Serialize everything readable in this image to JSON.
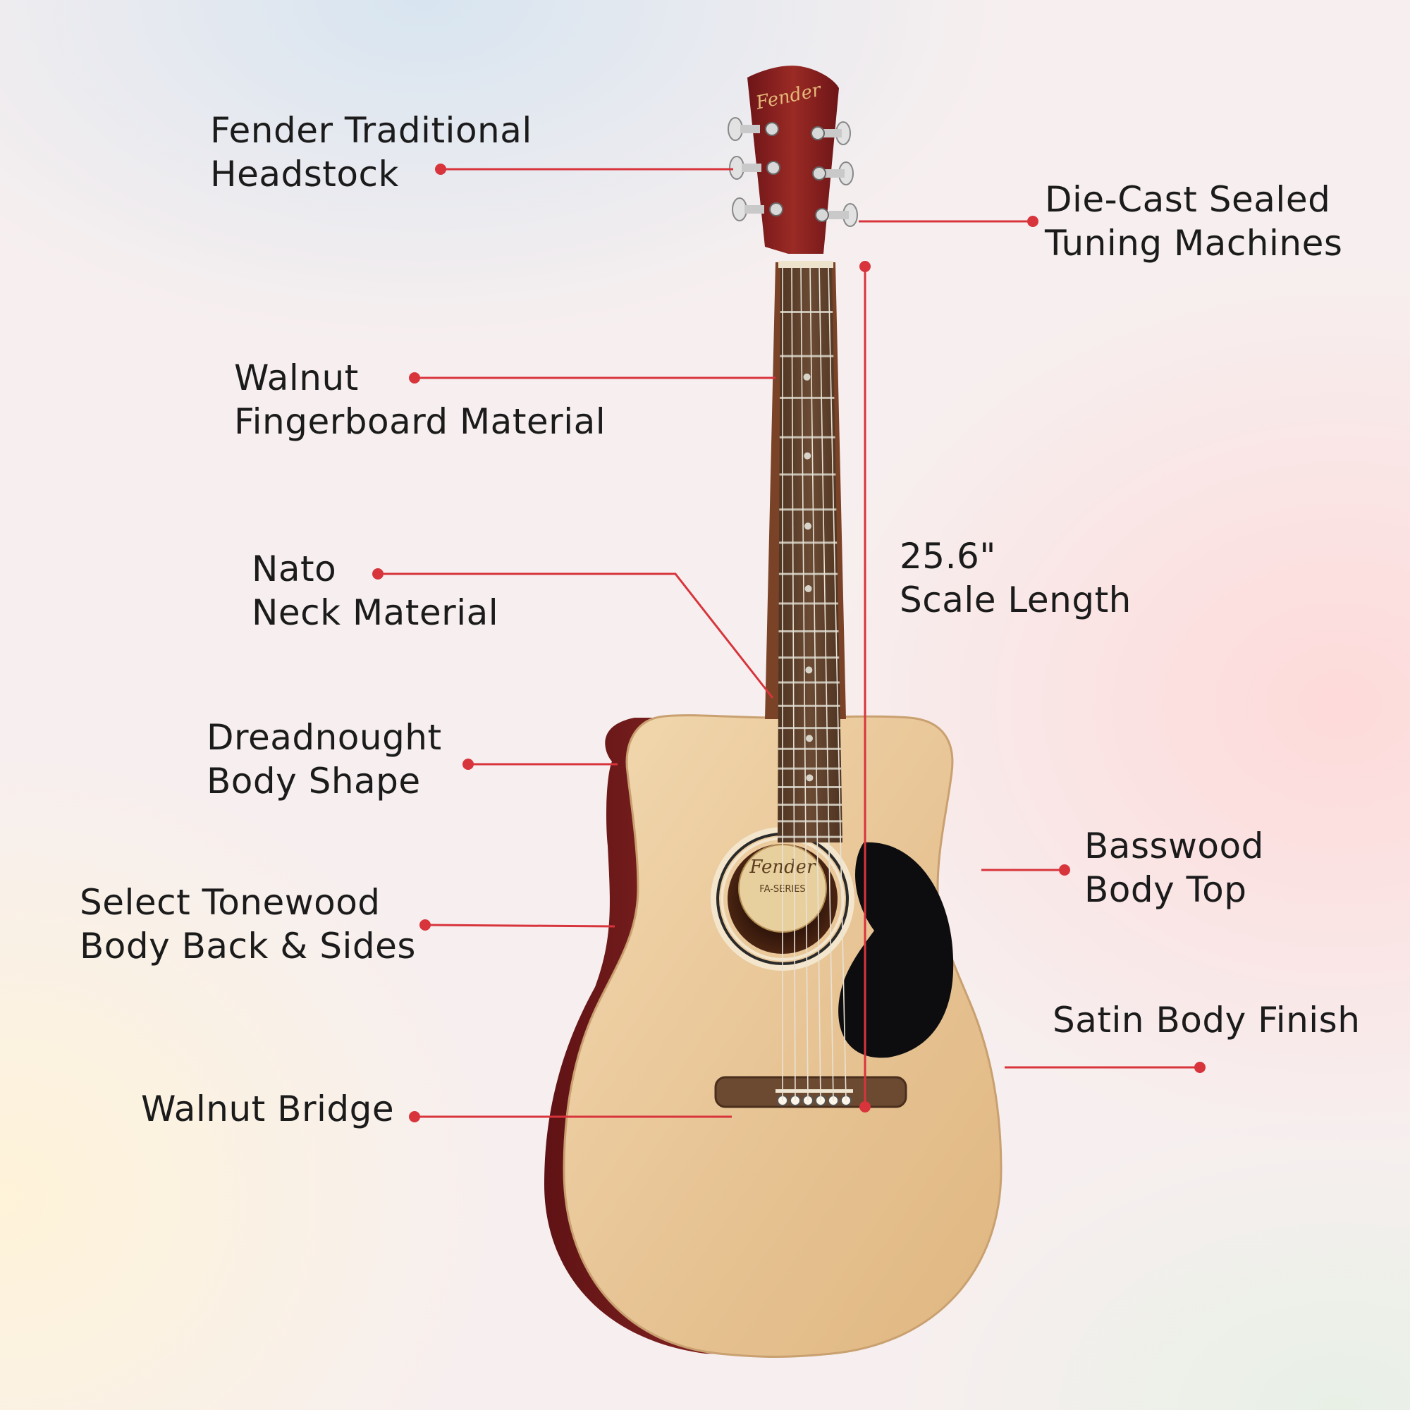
{
  "brand": {
    "headstock_logo": "Fender",
    "soundhole_logo": "Fender",
    "soundhole_series": "FA-SERIES"
  },
  "colors": {
    "accent": "#d8343c",
    "label_text": "#1b1b1b",
    "body_top": "#e9c89c",
    "back_sides": "#7e1d1f",
    "pickguard": "#0d0d0f"
  },
  "callouts": {
    "headstock": {
      "line1": "Fender Traditional",
      "line2": "Headstock"
    },
    "tuners": {
      "line1": "Die-Cast Sealed",
      "line2": "Tuning Machines"
    },
    "fingerboard": {
      "line1": "Walnut",
      "line2": "Fingerboard Material"
    },
    "neck": {
      "line1": "Nato",
      "line2": "Neck Material"
    },
    "scale": {
      "line1": "25.6\"",
      "line2": "Scale Length"
    },
    "body_shape": {
      "line1": "Dreadnought",
      "line2": "Body Shape"
    },
    "body_top": {
      "line1": "Basswood",
      "line2": "Body Top"
    },
    "back_sides": {
      "line1": "Select Tonewood",
      "line2": "Body Back & Sides"
    },
    "finish": {
      "line1": "Satin Body Finish"
    },
    "bridge": {
      "line1": "Walnut Bridge"
    }
  }
}
